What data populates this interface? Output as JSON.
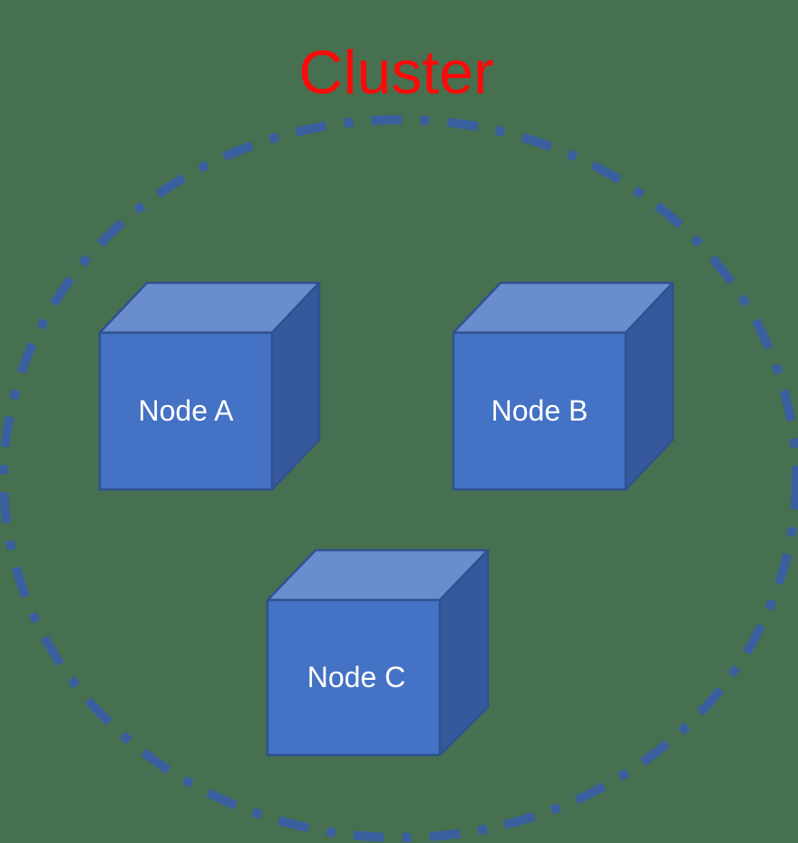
{
  "diagram": {
    "title": "Cluster",
    "title_color": "#FB0A0A",
    "background_color": "#477050",
    "boundary": {
      "description": "dash-dot ellipse cluster boundary",
      "stroke_color": "#3A5F9F"
    },
    "cube_colors": {
      "front": "#4472C4",
      "top": "#6A8DD0",
      "side": "#35599C",
      "outline": "#2F528F",
      "label_color": "#FFFFFF"
    },
    "nodes": [
      {
        "label": "Node A"
      },
      {
        "label": "Node B"
      },
      {
        "label": "Node C"
      }
    ]
  }
}
